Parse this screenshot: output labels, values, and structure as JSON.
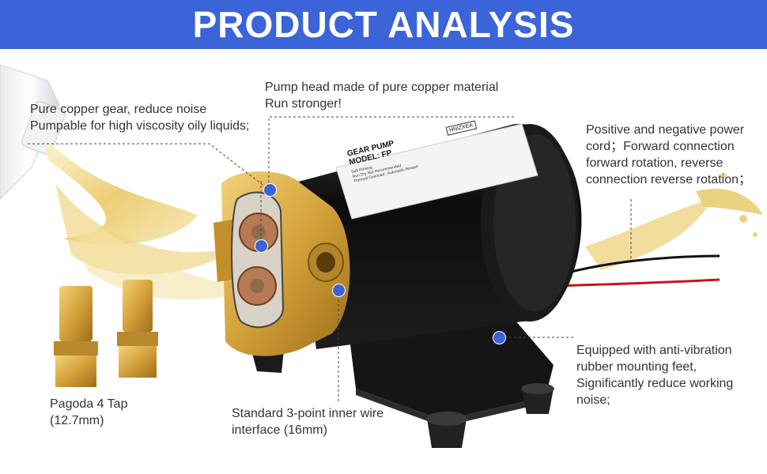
{
  "header": {
    "title": "PRODUCT ANALYSIS"
  },
  "colors": {
    "banner": "#3a64d8",
    "marker": "#3c63d6",
    "brass": "#d6a63a",
    "motor": "#111111",
    "oil": "#e6c55a"
  },
  "label_plate": {
    "brand": "HNIZXEA",
    "title": "GEAR PUMP",
    "model": "MODEL: FP",
    "features": [
      "Self Priming",
      "Run Dry Not Recommended",
      "Thermal Overload : Automatic Restart"
    ]
  },
  "callouts": {
    "gear": {
      "line1": "Pure copper gear, reduce noise",
      "line2": "Pumpable for high viscosity oily liquids;"
    },
    "head": {
      "line1": "Pump head made of pure copper material",
      "line2": "Run stronger!"
    },
    "cord": {
      "line1": "Positive and negative power",
      "line2": "cord；Forward connection",
      "line3": "forward rotation, reverse",
      "line4": "connection reverse rotation；"
    },
    "feet": {
      "line1": "Equipped with anti-vibration",
      "line2": "rubber mounting feet,",
      "line3": "Significantly reduce working",
      "line4": "noise;"
    },
    "interface": {
      "line1": "Standard 3-point inner wire",
      "line2": "interface (16mm)"
    },
    "pagoda": {
      "line1": "Pagoda 4 Tap",
      "line2": "(12.7mm)"
    }
  }
}
